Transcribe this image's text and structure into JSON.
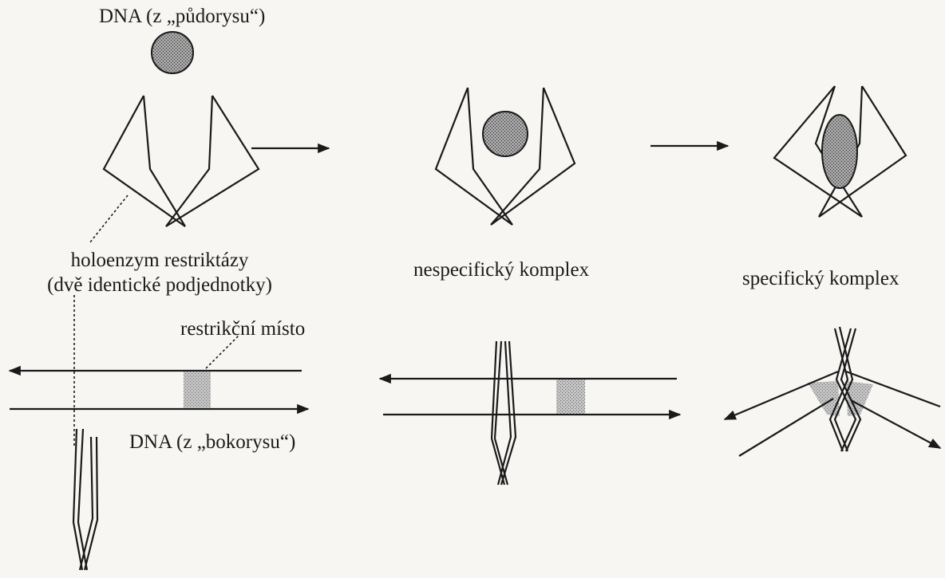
{
  "labels": {
    "dna_top": "DNA (z „půdorysu“)",
    "holoenzyme_line1": "holoenzym restriktázy",
    "holoenzyme_line2": "(dvě identické podjednotky)",
    "nonspecific": "nespecifický komplex",
    "specific": "specifický komplex",
    "restriction_site": "restrikční místo",
    "dna_side": "DNA (z „bokorysu“)"
  },
  "colors": {
    "ink": "#1a1a1a",
    "dna_fill": "#7d7d7d",
    "site_fill": "#a9a9a9",
    "background": "#f7f6f3"
  }
}
